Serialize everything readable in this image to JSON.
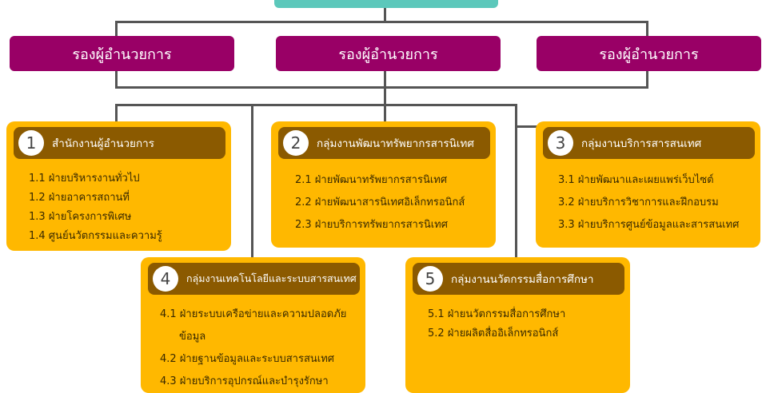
{
  "deputies": [
    "รองผู้อำนวยการ",
    "รองผู้อำนวยการ",
    "รองผู้อำนวยการ"
  ],
  "groups": [
    {
      "number": "1",
      "title": "สำนักงานผู้อำนวยการ",
      "items": [
        "1.1 ฝ่ายบริหารงานทั่วไป",
        "1.2 ฝ่ายอาคารสถานที่",
        "1.3 ฝ่ายโครงการพิเศษ",
        "1.4 ศูนย์นวัตกรรมและความรู้"
      ]
    },
    {
      "number": "2",
      "title": "กลุ่มงานพัฒนาทรัพยากรสารนิเทศ",
      "items": [
        "2.1 ฝ่ายพัฒนาทรัพยากรสารนิเทศ",
        "2.2 ฝ่ายพัฒนาสารนิเทศอิเล็กทรอนิกส์",
        "2.3 ฝ่ายบริการทรัพยากรสารนิเทศ"
      ]
    },
    {
      "number": "3",
      "title": "กลุ่มงานบริการสารสนเทศ",
      "items": [
        "3.1 ฝ่ายพัฒนาและเผยแพร่เว็บไซต์",
        "3.2 ฝ่ายบริการวิชาการและฝึกอบรม",
        "3.3 ฝ่ายบริการศูนย์ข้อมูลและสารสนเทศ"
      ]
    },
    {
      "number": "4",
      "title": "กลุ่มงานเทคโนโลยีและระบบสารสนเทศ",
      "items": [
        "4.1 ฝ่ายระบบเครือข่ายและความปลอดภัย",
        "ข้อมูล",
        "4.2 ฝ่ายฐานข้อมูลและระบบสารสนเทศ",
        "4.3 ฝ่ายบริการอุปกรณ์และบำรุงรักษา"
      ]
    },
    {
      "number": "5",
      "title": "กลุ่มงานนวัตกรรมสื่อการศึกษา",
      "items": [
        "5.1 ฝ่ายนวัตกรรมสื่อการศึกษา",
        "5.2 ฝ่ายผลิตสื่ออิเล็กทรอนิกส์"
      ]
    }
  ],
  "colors": {
    "teal": "#5cc8bb",
    "magenta": "#990066",
    "gold": "#ffb800",
    "brown": "#8b5a00",
    "line": "#555555"
  }
}
